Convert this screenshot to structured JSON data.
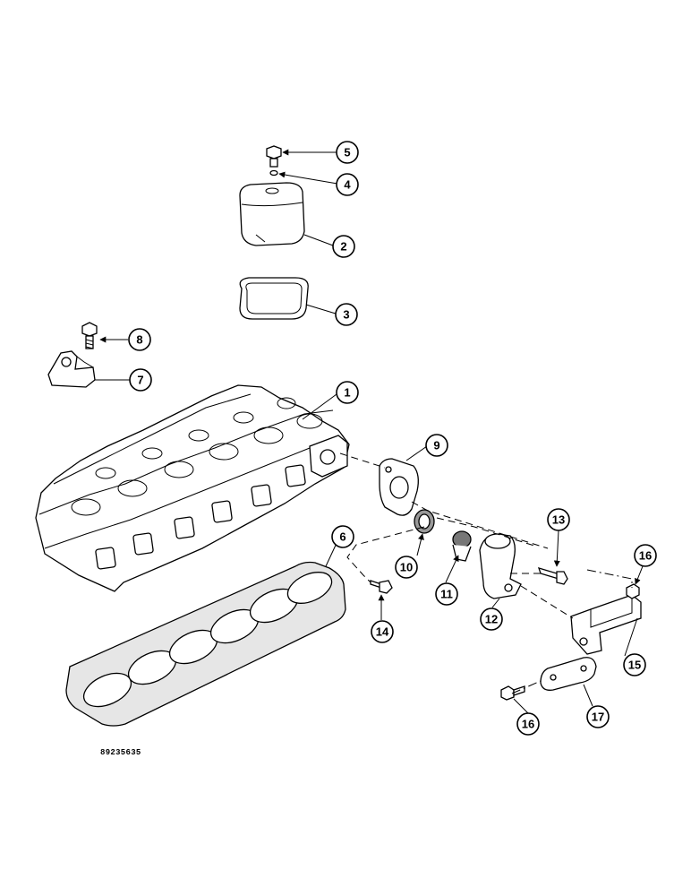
{
  "figure_code": "89235635",
  "callouts": {
    "c1": "1",
    "c2": "2",
    "c3": "3",
    "c4": "4",
    "c5": "5",
    "c6": "6",
    "c7": "7",
    "c8": "8",
    "c9": "9",
    "c10": "10",
    "c11": "11",
    "c12": "12",
    "c13": "13",
    "c14": "14",
    "c15": "15",
    "c16a": "16",
    "c16b": "16",
    "c17": "17"
  }
}
